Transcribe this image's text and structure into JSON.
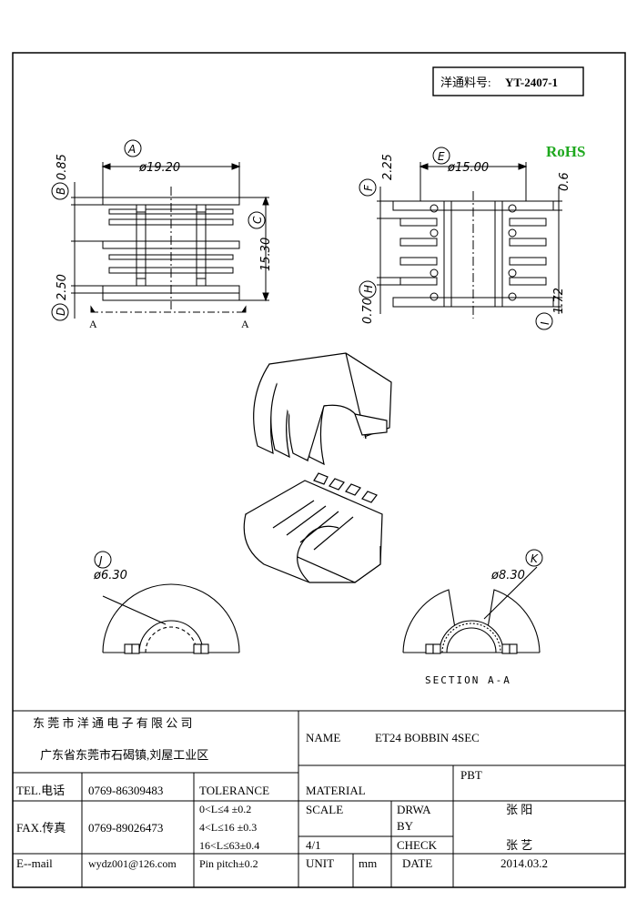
{
  "part_box": {
    "label": "洋通料号:",
    "number": "YT-2407-1"
  },
  "rohs": {
    "text": "RoHS",
    "color": "#1ea81e"
  },
  "left_view": {
    "dims": {
      "A": "ø19.20",
      "B": "0.85",
      "C": "15.30",
      "D": "2.50"
    },
    "circles": [
      "A",
      "B",
      "C",
      "D"
    ],
    "section_mark": "A"
  },
  "right_view": {
    "dims": {
      "E": "ø15.00",
      "F": "2.25",
      "G": "0.6",
      "H": "0.70",
      "I": "1.72"
    },
    "circles": [
      "E",
      "F",
      "H",
      "I"
    ]
  },
  "bottom_left": {
    "circle": "J",
    "dim": "ø6.30"
  },
  "bottom_right": {
    "circle": "K",
    "dim": "ø8.30",
    "section_title": "SECTION  A-A"
  },
  "title_block": {
    "company": "东 莞 市 洋 通 电 子 有 限 公 司",
    "address": "广东省东莞市石碣镇,刘屋工业区",
    "name_label": "NAME",
    "name_value": "ET24 BOBBIN 4SEC",
    "tel_label": "TEL.电话",
    "tel_value": "0769-86309483",
    "fax_label": "FAX.传真",
    "fax_value": "0769-89026473",
    "email_label": "E--mail",
    "email_value": "wydz001@126.com",
    "tolerance_label": "TOLERANCE",
    "tolerance_rows": [
      "0<L≤4   ±0.2",
      "4<L≤16  ±0.3",
      "16<L≤63±0.4",
      "Pin pitch±0.2"
    ],
    "material_label": "MATERIAL",
    "material_value": "PBT",
    "scale_label": "SCALE",
    "scale_value": "4/1",
    "drawn_label_1": "DRWA",
    "drawn_label_2": "BY",
    "drawn_value": "张 阳",
    "check_label": "CHECK",
    "check_value": "张 艺",
    "unit_label": "UNIT",
    "unit_value": "mm",
    "date_label": "DATE",
    "date_value": "2014.03.2"
  }
}
